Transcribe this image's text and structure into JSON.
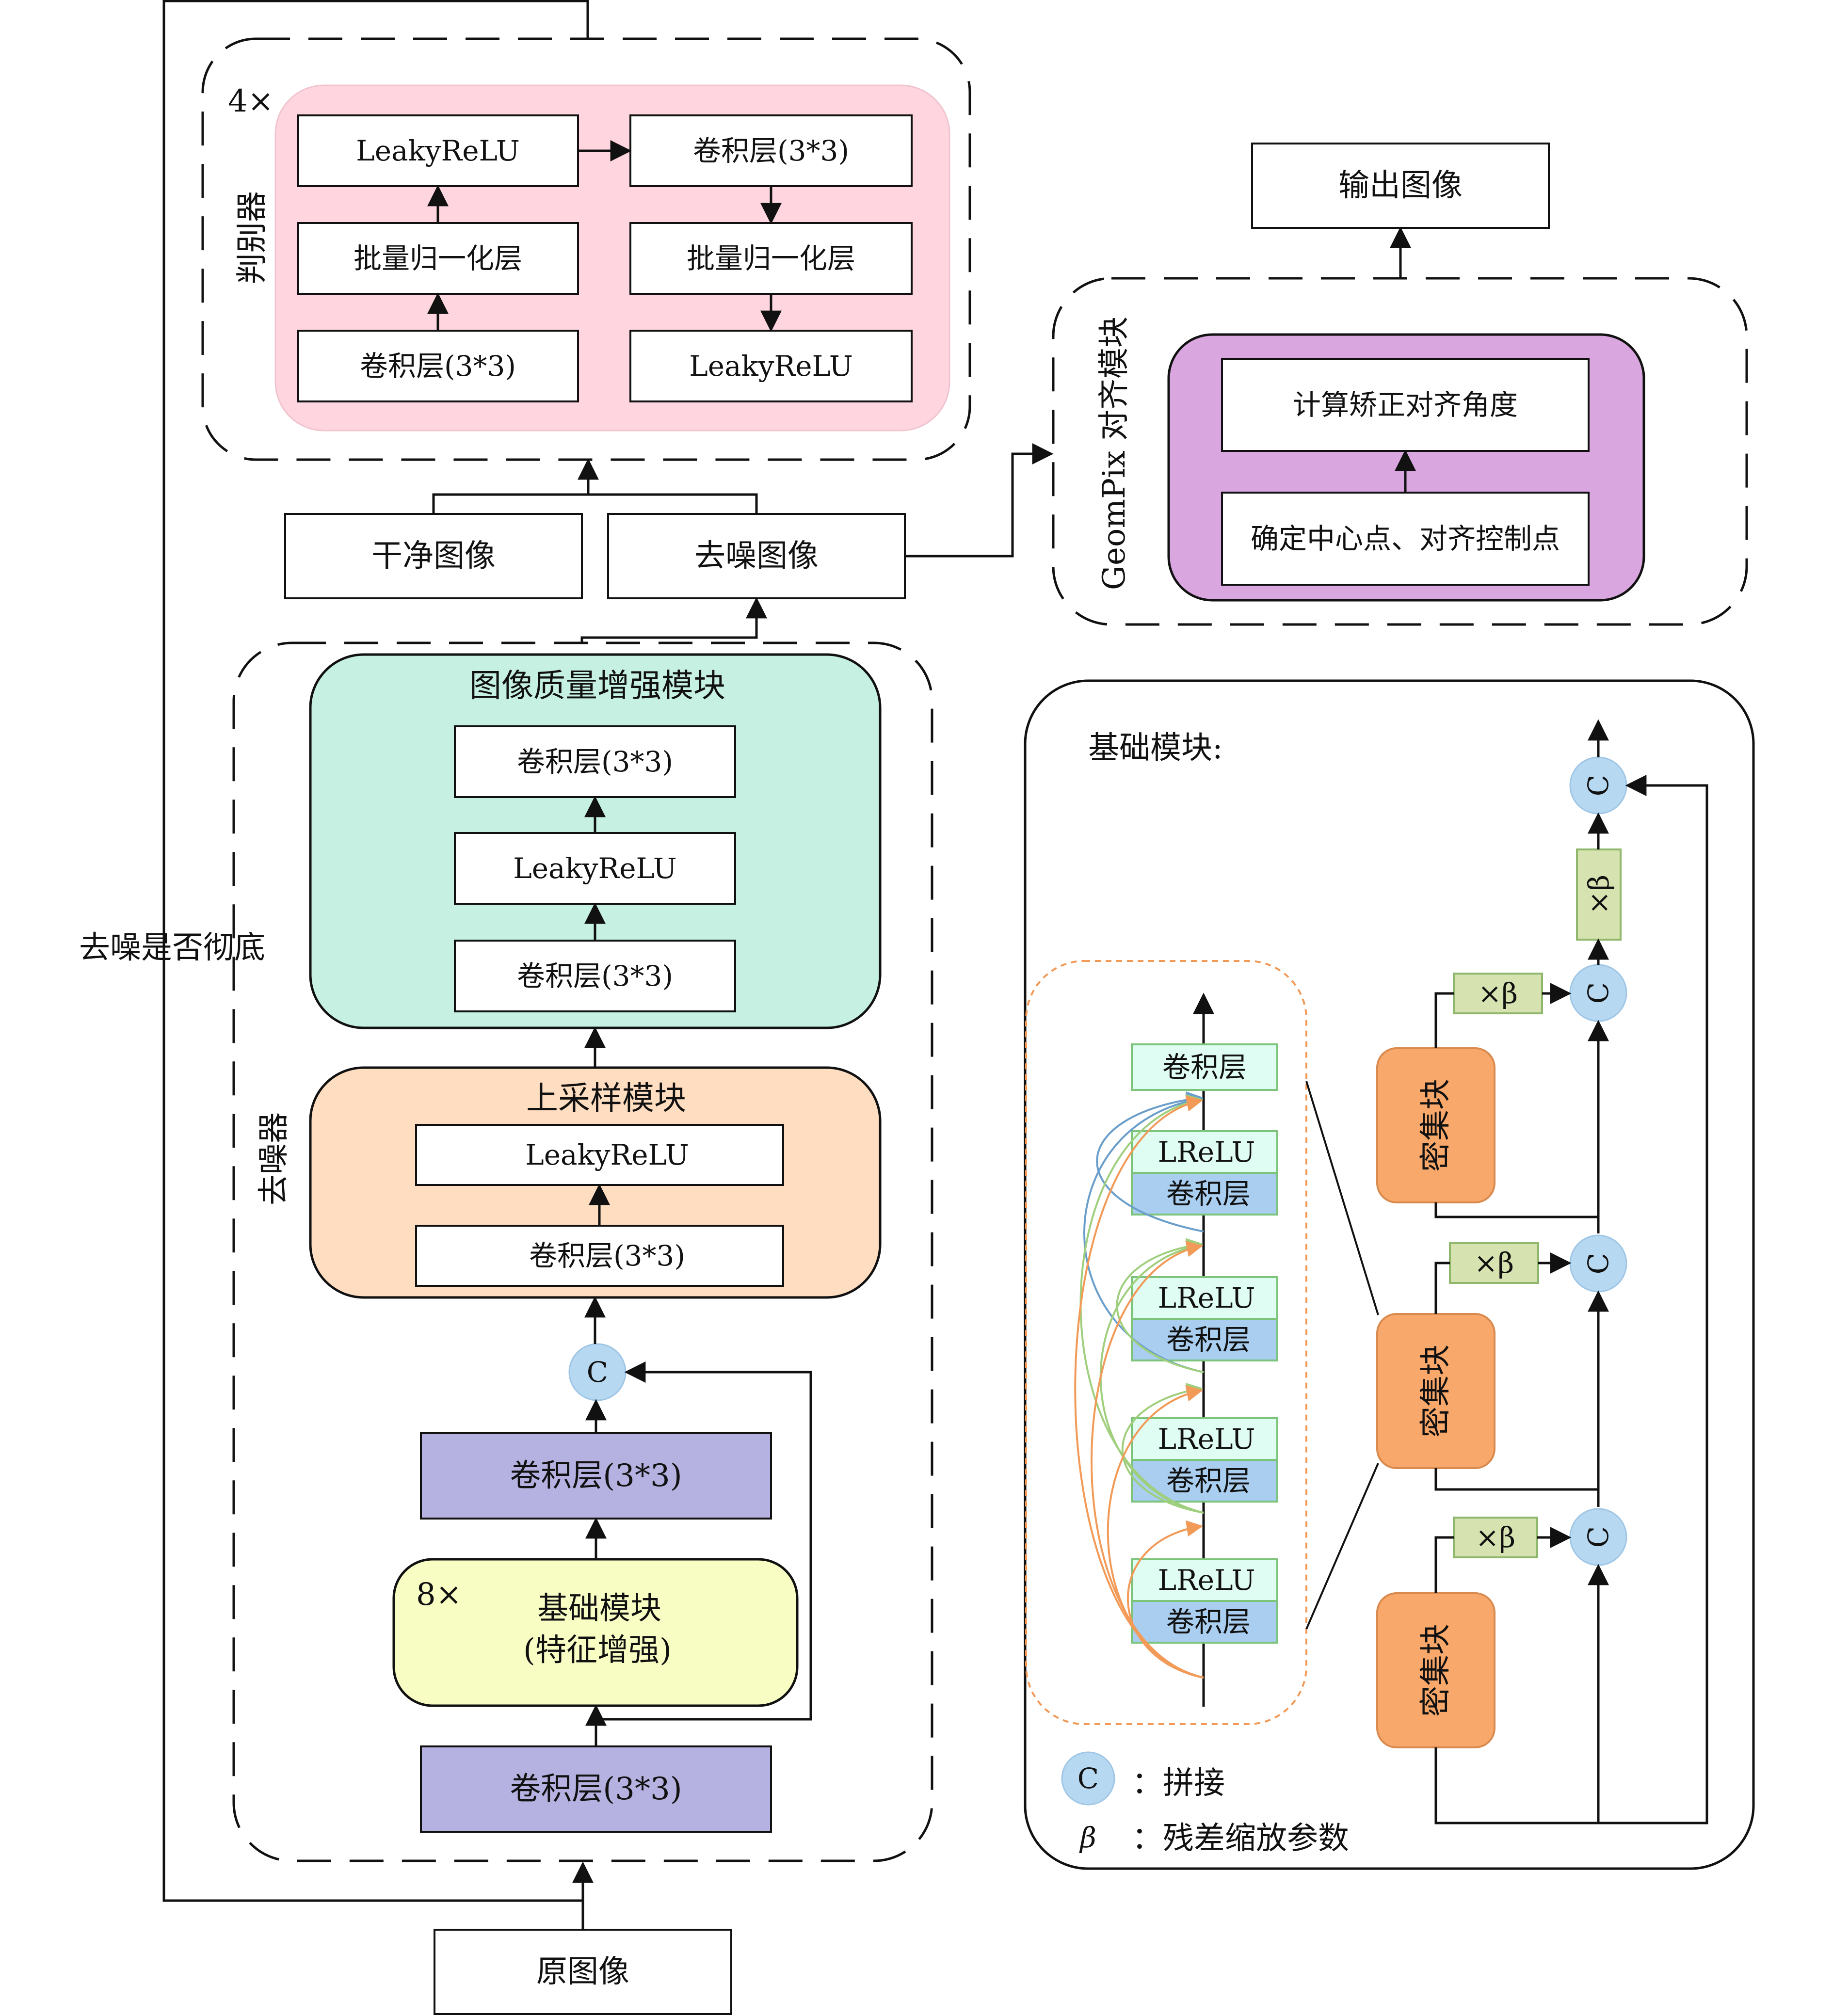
{
  "discriminator": {
    "label": "判别器",
    "repeat": "4×",
    "blocks": {
      "leaky_top": "LeakyReLU",
      "conv_top": "卷积层(3*3)",
      "bn_left": "批量归一化层",
      "bn_right": "批量归一化层",
      "conv_bottom": "卷积层(3*3)",
      "leaky_bottom": "LeakyReLU"
    },
    "colors": {
      "fill": "#ffd6e0"
    }
  },
  "inputs": {
    "clean": "干净图像",
    "denoised": "去噪图像",
    "original": "原图像"
  },
  "loop_label": "去噪是否彻底",
  "geompix": {
    "label": "GeomPix 对齐模块",
    "step_top": "计算矫正对齐角度",
    "step_bottom": "确定中心点、对齐控制点",
    "colors": {
      "fill": "#d9a6e0"
    }
  },
  "output": "输出图像",
  "denoiser": {
    "label": "去噪器",
    "quality": {
      "title": "图像质量增强模块",
      "layers": [
        "卷积层(3*3)",
        "LeakyReLU",
        "卷积层(3*3)"
      ],
      "colors": {
        "fill": "#c5f0e2"
      }
    },
    "upsample": {
      "title": "上采样模块",
      "layers": [
        "LeakyReLU",
        "卷积层(3*3)"
      ],
      "colors": {
        "fill": "#ffddc1"
      }
    },
    "concat": "C",
    "conv_after": "卷积层(3*3)",
    "basic": {
      "repeat": "8×",
      "line1": "基础模块",
      "line2": "(特征增强)",
      "colors": {
        "fill": "#f8fdc4"
      }
    },
    "conv_first": "卷积层(3*3)",
    "colors": {
      "conv": "#b5b1e1"
    }
  },
  "basic_detail": {
    "title": "基础模块:",
    "dense_label": "密集块",
    "scale_label": "×β",
    "concat": "C",
    "dense_inner": {
      "top_conv": "卷积层",
      "units": [
        {
          "act": "LReLU",
          "conv": "卷积层"
        },
        {
          "act": "LReLU",
          "conv": "卷积层"
        },
        {
          "act": "LReLU",
          "conv": "卷积层"
        },
        {
          "act": "LReLU",
          "conv": "卷积层"
        }
      ]
    },
    "legend": [
      {
        "symbol": "C",
        "text": "：拼接"
      },
      {
        "symbol": "β",
        "text": "：残差缩放参数"
      }
    ],
    "colors": {
      "dense": "#f8a86a",
      "scale": "#d6e2b0",
      "concat": "#b7d8f1",
      "act": "#dffdf3",
      "conv": "#a9cef0",
      "curve_blue": "#6a9ecb",
      "curve_green": "#9fcf7c",
      "curve_orange": "#f29a58"
    }
  }
}
